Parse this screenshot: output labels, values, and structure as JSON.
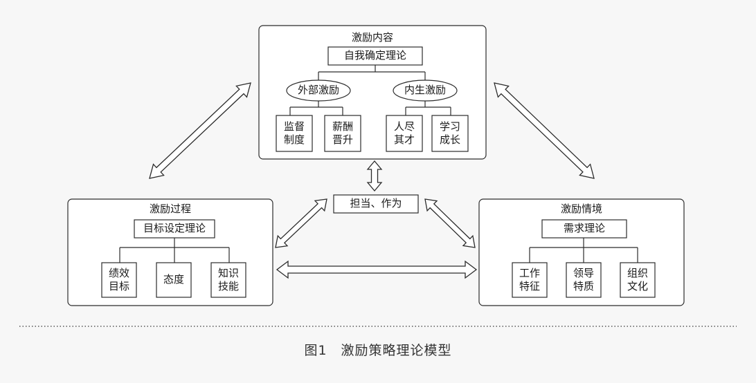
{
  "top_group": {
    "title": "激励内容",
    "theory": "自我确定理论",
    "left_oval": "外部激励",
    "right_oval": "内生激励",
    "items": [
      "监督\n制度",
      "薪酬\n晋升",
      "人尽\n其才",
      "学习\n成长"
    ]
  },
  "left_group": {
    "title": "激励过程",
    "theory": "目标设定理论",
    "items": [
      "绩效\n目标",
      "态度",
      "知识\n技能"
    ]
  },
  "right_group": {
    "title": "激励情境",
    "theory": "需求理论",
    "items": [
      "工作\n特征",
      "领导\n特质",
      "组织\n文化"
    ]
  },
  "center": {
    "label": "担当、作为"
  },
  "caption": "图1　激励策略理论模型",
  "colors": {
    "stroke": "#2b2b2b",
    "box_fill": "#ffffff",
    "background": "#f7f7f7",
    "divider": "#555555"
  }
}
